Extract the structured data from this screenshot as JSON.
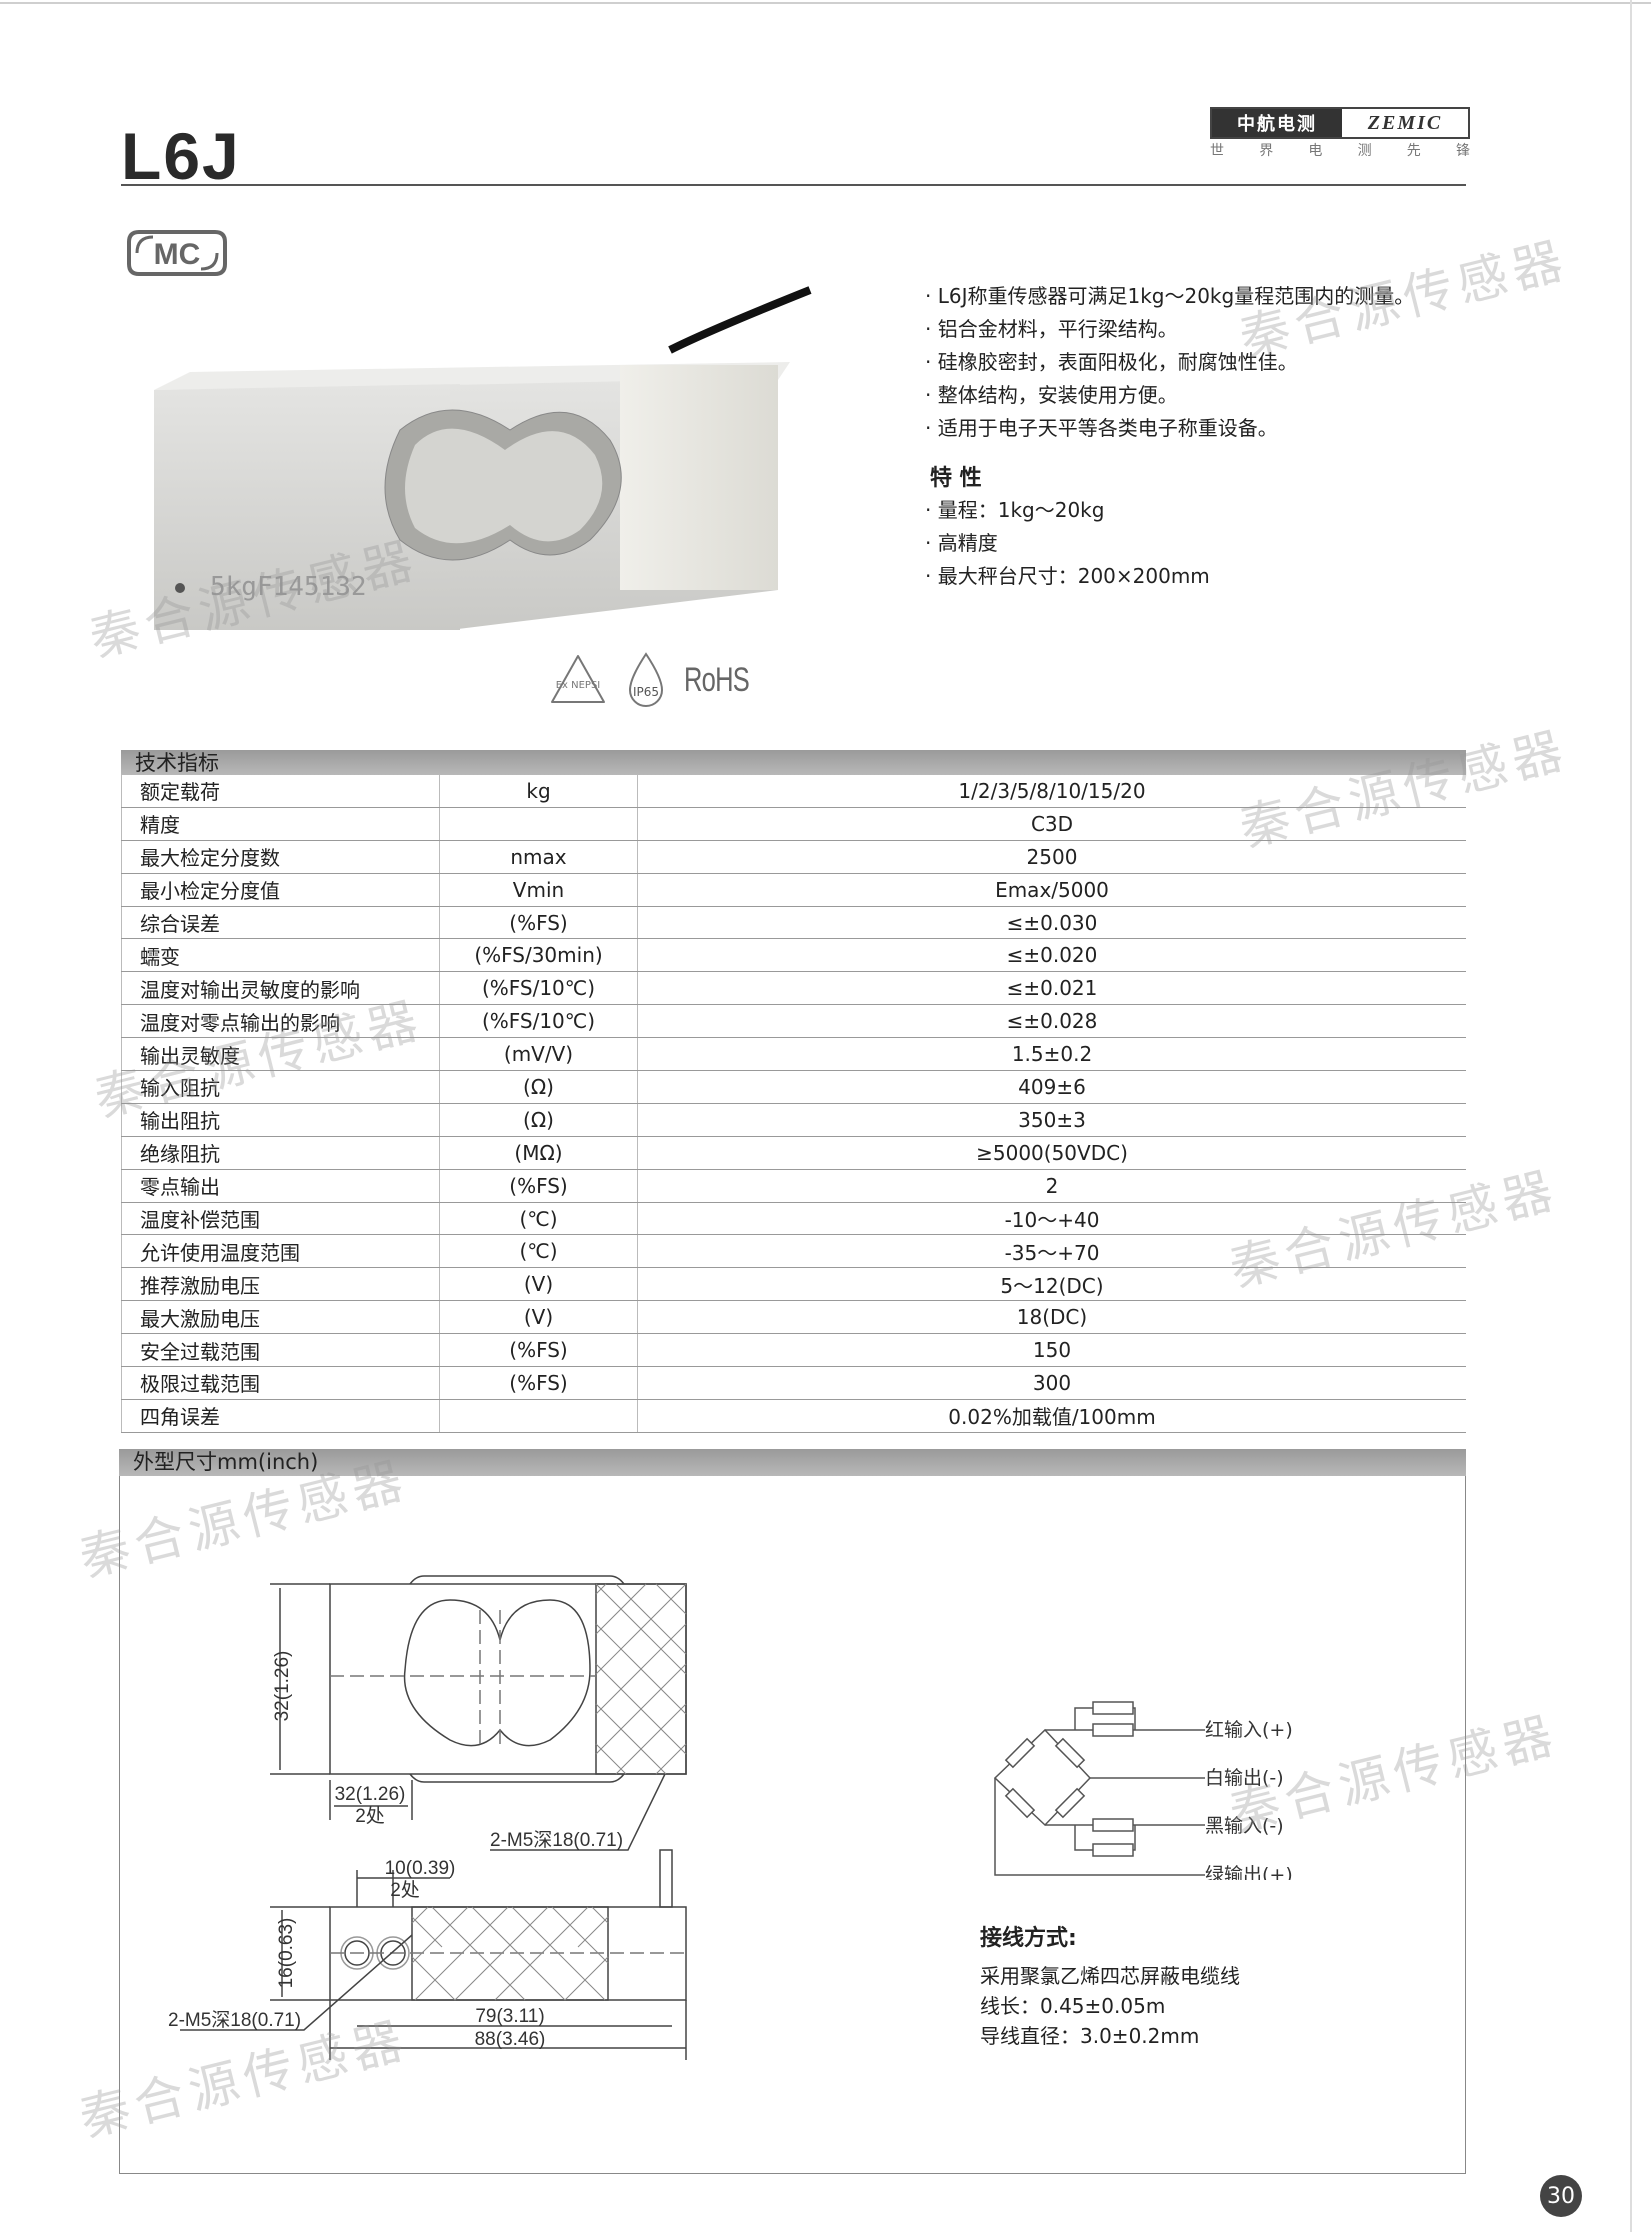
{
  "header": {
    "title": "L6J",
    "logo_cn": "中航电测",
    "logo_en": "ZEMIC",
    "slogan": [
      "世",
      "界",
      "电",
      "测",
      "先",
      "锋"
    ],
    "mc_mark": "MC"
  },
  "description": [
    "L6J称重传感器可满足1kg～20kg量程范围内的测量。",
    "铝合金材料，平行梁结构。",
    "硅橡胶密封，表面阳极化，耐腐蚀性佳。",
    "整体结构，安装使用方便。",
    "适用于电子天平等各类电子称重设备。"
  ],
  "features": {
    "title": "特 性",
    "items": [
      "量程：1kg～20kg",
      "高精度",
      "最大秤台尺寸：200×200mm"
    ]
  },
  "product_label": "5kgF145132",
  "certifications": {
    "ex": "Ex NEPSI",
    "ip": "IP65",
    "rohs": "RoHS"
  },
  "spec_section": {
    "title": "技术指标",
    "rows": [
      [
        "额定载荷",
        "kg",
        "1/2/3/5/8/10/15/20"
      ],
      [
        "精度",
        "",
        "C3D"
      ],
      [
        "最大检定分度数",
        "nmax",
        "2500"
      ],
      [
        "最小检定分度值",
        "Vmin",
        "Emax/5000"
      ],
      [
        "综合误差",
        "(%FS)",
        "≤±0.030"
      ],
      [
        "蠕变",
        "(%FS/30min)",
        "≤±0.020"
      ],
      [
        "温度对输出灵敏度的影响",
        "(%FS/10℃)",
        "≤±0.021"
      ],
      [
        "温度对零点输出的影响",
        "(%FS/10℃)",
        "≤±0.028"
      ],
      [
        "输出灵敏度",
        "(mV/V)",
        "1.5±0.2"
      ],
      [
        "输入阻抗",
        "(Ω)",
        "409±6"
      ],
      [
        "输出阻抗",
        "(Ω)",
        "350±3"
      ],
      [
        "绝缘阻抗",
        "(MΩ)",
        "≥5000(50VDC)"
      ],
      [
        "零点输出",
        "(%FS)",
        "2"
      ],
      [
        "温度补偿范围",
        "(℃)",
        "-10～+40"
      ],
      [
        "允许使用温度范围",
        "(℃)",
        "-35～+70"
      ],
      [
        "推荐激励电压",
        "(V)",
        "5～12(DC)"
      ],
      [
        "最大激励电压",
        "(V)",
        "18(DC)"
      ],
      [
        "安全过载范围",
        "(%FS)",
        "150"
      ],
      [
        "极限过载范围",
        "(%FS)",
        "300"
      ],
      [
        "四角误差",
        "",
        "0.02%加载值/100mm"
      ]
    ]
  },
  "dimension_section": {
    "title": "外型尺寸mm(inch)",
    "labels": {
      "height_top": "32(1.26)",
      "hole_spacing": "32(1.26)",
      "hole_count_1": "2处",
      "thread_1": "2-M5深18(0.71)",
      "hole_offset": "10(0.39)",
      "hole_count_2": "2处",
      "height_side": "16(0.63)",
      "thread_2": "2-M5深18(0.71)",
      "length_inner": "79(3.11)",
      "length_total": "88(3.46)"
    }
  },
  "wiring": {
    "labels": [
      "红输入(+)",
      "白输出(-)",
      "黑输入(-)",
      "绿输出(+)"
    ],
    "title": "接线方式:",
    "info": [
      "采用聚氯乙烯四芯屏蔽电缆线",
      "线长：0.45±0.05m",
      "导线直径：3.0±0.2mm"
    ]
  },
  "watermark": "秦合源传感器",
  "page_number": "30"
}
